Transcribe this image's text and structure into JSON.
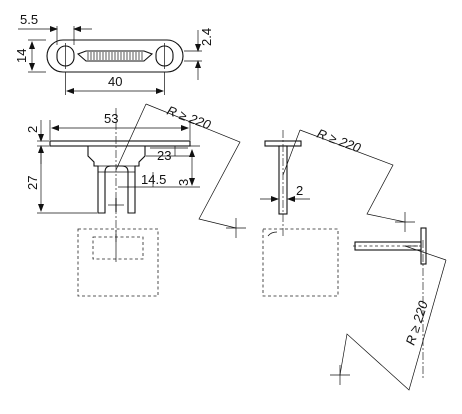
{
  "labels": {
    "d_5_5": "5.5",
    "d_14": "14",
    "d_2_4": "2.4",
    "d_40": "40",
    "d_53": "53",
    "d_2_top": "2",
    "d_23": "23",
    "d_27": "27",
    "d_14_5": "14.5",
    "d_3": "3",
    "d_2_side": "2",
    "r_front": "R ≥ 220",
    "r_side": "R ≥ 220",
    "r_bottom": "R ≥ 220"
  }
}
